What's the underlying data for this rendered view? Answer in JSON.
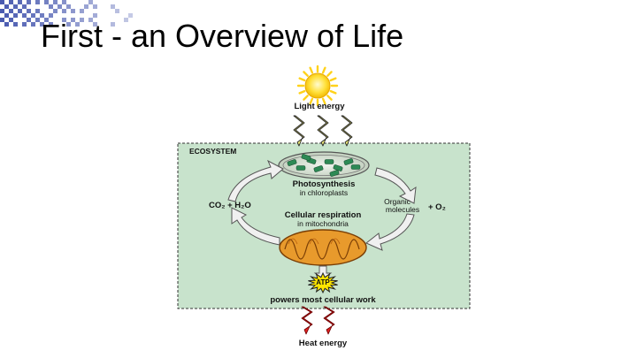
{
  "slide": {
    "title": "First - an Overview of Life"
  },
  "diagram": {
    "light_energy": "Light energy",
    "ecosystem": "ECOSYSTEM",
    "photosynthesis": "Photosynthesis",
    "in_chloroplasts": "in chloroplasts",
    "co2_h2o": "CO₂ + H₂O",
    "organic_molecules_1": "Organic",
    "organic_molecules_2": "molecules",
    "o2": "+ O₂",
    "cellular_respiration": "Cellular respiration",
    "in_mitochondria": "in mitochondria",
    "atp": "ATP",
    "powers_work": "powers most cellular work",
    "heat_energy": "Heat energy"
  },
  "colors": {
    "ecosystem_fill": "#c8e3cc",
    "sun": "#ffd21a",
    "light_bolt": "#f4f07a",
    "heat_bolt": "#e02020",
    "mitochondrion": "#e89a2c",
    "chloroplast": "#2d8a55",
    "checker_a": "#4a5bb0",
    "checker_b": "#ffffff"
  }
}
